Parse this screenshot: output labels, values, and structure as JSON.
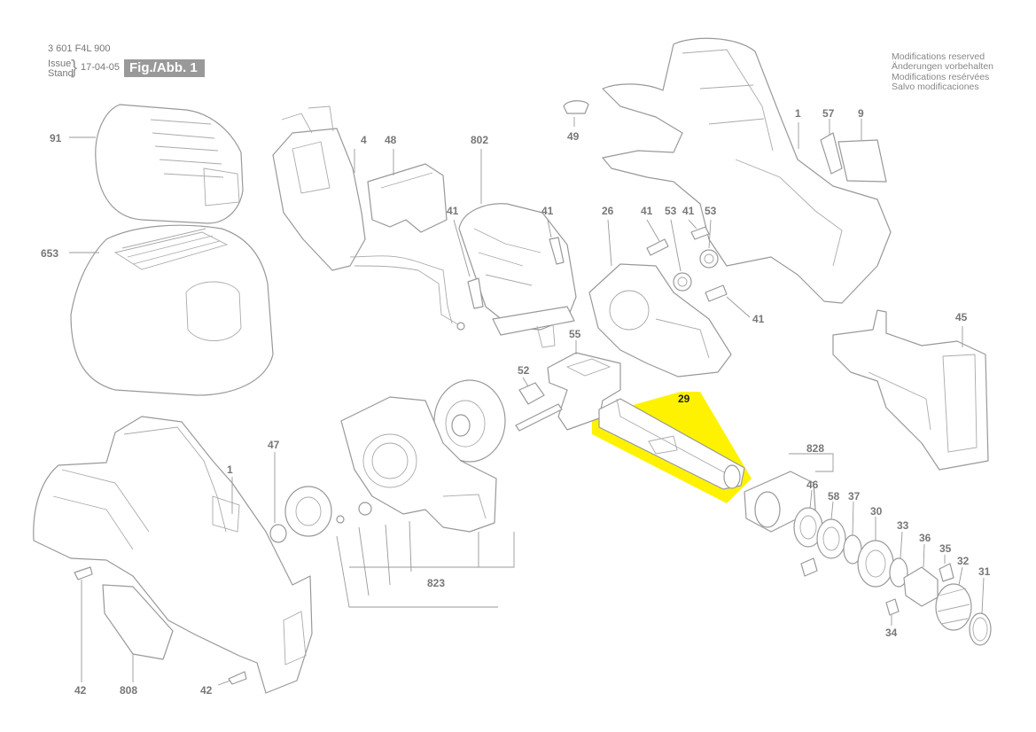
{
  "header": {
    "part_number": "3 601 F4L 900",
    "issue_label": "Issue",
    "stand_label": "Stand",
    "date": "17-04-05",
    "figure_label": "Fig./Abb. 1"
  },
  "notes": [
    "Modifications reserved",
    "Änderungen vorbehalten",
    "Modifications resérvées",
    "Salvo modificaciones"
  ],
  "highlight": {
    "part": "29",
    "color": "#FFF200"
  },
  "labels": {
    "p91": "91",
    "p653": "653",
    "p4": "4",
    "p48": "48",
    "p802": "802",
    "p49": "49",
    "p1a": "1",
    "p57": "57",
    "p9": "9",
    "p41a": "41",
    "p41b": "41",
    "p26": "26",
    "p41c": "41",
    "p53a": "53",
    "p41d": "41",
    "p53b": "53",
    "p41e": "41",
    "p45": "45",
    "p55": "55",
    "p52": "52",
    "p29": "29",
    "p47": "47",
    "p1b": "1",
    "p828": "828",
    "p46": "46",
    "p58": "58",
    "p37": "37",
    "p30": "30",
    "p33": "33",
    "p36": "36",
    "p35": "35",
    "p32": "32",
    "p31": "31",
    "p34": "34",
    "p823": "823",
    "p42a": "42",
    "p808": "808",
    "p42b": "42"
  }
}
